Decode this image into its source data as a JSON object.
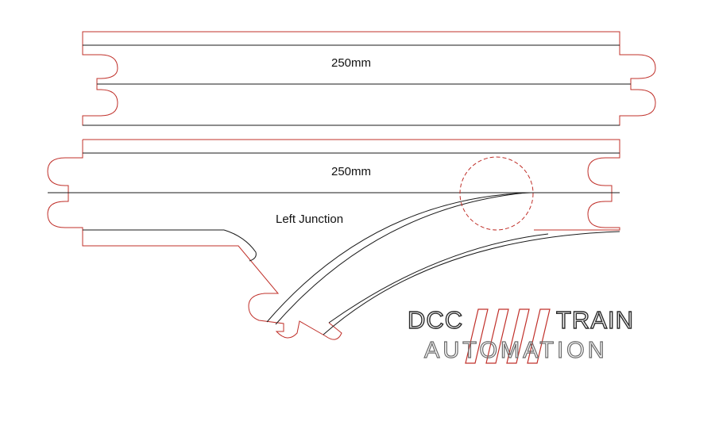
{
  "labels": {
    "top_length": "250mm",
    "bottom_length": "250mm",
    "junction": "Left Junction"
  },
  "logo": {
    "line1_left": "DCC",
    "line1_right": "TRAIN",
    "line2": "AUTOMATION"
  },
  "colors": {
    "outline": "#c0302a",
    "rail": "#1a1a1a",
    "logo_dark": "#2b2b2b",
    "logo_light": "#6a6a6a"
  }
}
